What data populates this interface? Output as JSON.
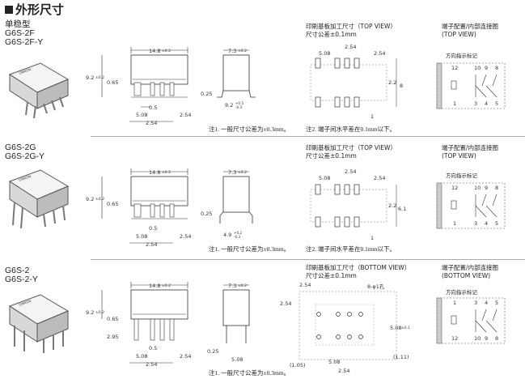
{
  "page": {
    "title": "外形尺寸",
    "sections": [
      {
        "models": [
          "单稳型",
          "G6S-2F",
          "G6S-2F-Y"
        ],
        "dims": {
          "length": "14.8",
          "length_tol": "±0.2",
          "height": "9.2",
          "height_tol": "±0.2",
          "width": "7.3",
          "width_tol": "±0.2",
          "d065": "0.65",
          "d05": "0.5",
          "d508": "5.08",
          "d254a": "2.54",
          "d254b": "2.54",
          "d025": "0.25",
          "foot": "9.2",
          "foot_tol_up": "+0.5",
          "foot_tol_dn": "-0.3"
        },
        "pcb_title": "印刷基板加工尺寸（TOP VIEW）",
        "pcb_tol": "尺寸公差±0.1mm",
        "pcb": {
          "a": "5.08",
          "b": "2.54",
          "c": "2.54",
          "d": "2.2",
          "e": "8",
          "f": "1"
        },
        "term_title": "端子配置/内部连接图",
        "term_view": "(TOP VIEW)",
        "term_mark": "方向指示标记",
        "term_top": [
          "12",
          "10",
          "9",
          "8"
        ],
        "term_bot": [
          "1",
          "3",
          "4",
          "5"
        ],
        "note1": "注1. 一般尺寸公差为±0.3mm。",
        "note2": "注2. 端子间水平差在0.1mm以下。"
      },
      {
        "models": [
          "G6S-2G",
          "G6S-2G-Y"
        ],
        "dims": {
          "length": "14.8",
          "length_tol": "±0.2",
          "height": "9.2",
          "height_tol": "±0.2",
          "width": "7.3",
          "width_tol": "±0.2",
          "d065": "0.65",
          "d05": "0.5",
          "d508": "5.08",
          "d254a": "2.54",
          "d254b": "2.54",
          "d025": "0.25",
          "foot": "4.9",
          "foot_tol_up": "+0.2",
          "foot_tol_dn": "-0.3"
        },
        "pcb_title": "印刷基板加工尺寸（TOP VIEW）",
        "pcb_tol": "尺寸公差±0.1mm",
        "pcb": {
          "a": "5.08",
          "b": "2.54",
          "c": "2.54",
          "d": "2.2",
          "e": "6.1",
          "f": "1"
        },
        "term_title": "端子配置/内部连接图",
        "term_view": "(TOP VIEW)",
        "term_mark": "方向指示标记",
        "term_top": [
          "12",
          "10",
          "9",
          "8"
        ],
        "term_bot": [
          "1",
          "3",
          "4",
          "5"
        ],
        "note1": "注1. 一般尺寸公差为±0.3mm。",
        "note2": "注2. 端子间水平差在0.1mm以下。"
      },
      {
        "models": [
          "G6S-2",
          "G6S-2-Y"
        ],
        "dims": {
          "length": "14.8",
          "length_tol": "±0.2",
          "height": "9.2",
          "height_tol": "±0.2",
          "width": "7.3",
          "width_tol": "±0.2",
          "d065": "0.65",
          "d295": "2.95",
          "d05": "0.5",
          "d508": "5.08",
          "d254a": "2.54",
          "d254b": "2.54",
          "d025": "0.25",
          "d508b": "5.08"
        },
        "pcb_title": "印刷基板加工尺寸（BOTTOM VIEW）",
        "pcb_tol": "尺寸公差±0.1mm",
        "pcb": {
          "top": "2.54",
          "holes": "8-φ1孔",
          "left": "2.54",
          "right": "5.08",
          "right_tol": "±0.1",
          "r111": "(1.11)",
          "l105": "(1.05)",
          "b508": "5.08",
          "b254": "2.54"
        },
        "term_title": "端子配置/内部连接图",
        "term_view": "(BOTTOM VIEW)",
        "term_mark": "方向指示标记",
        "term_top": [
          "12",
          "10",
          "9",
          "8"
        ],
        "term_bot": [
          "1",
          "3",
          "4",
          "5"
        ],
        "note1": "注1. 一般尺寸公差为±0.3mm。"
      }
    ]
  }
}
